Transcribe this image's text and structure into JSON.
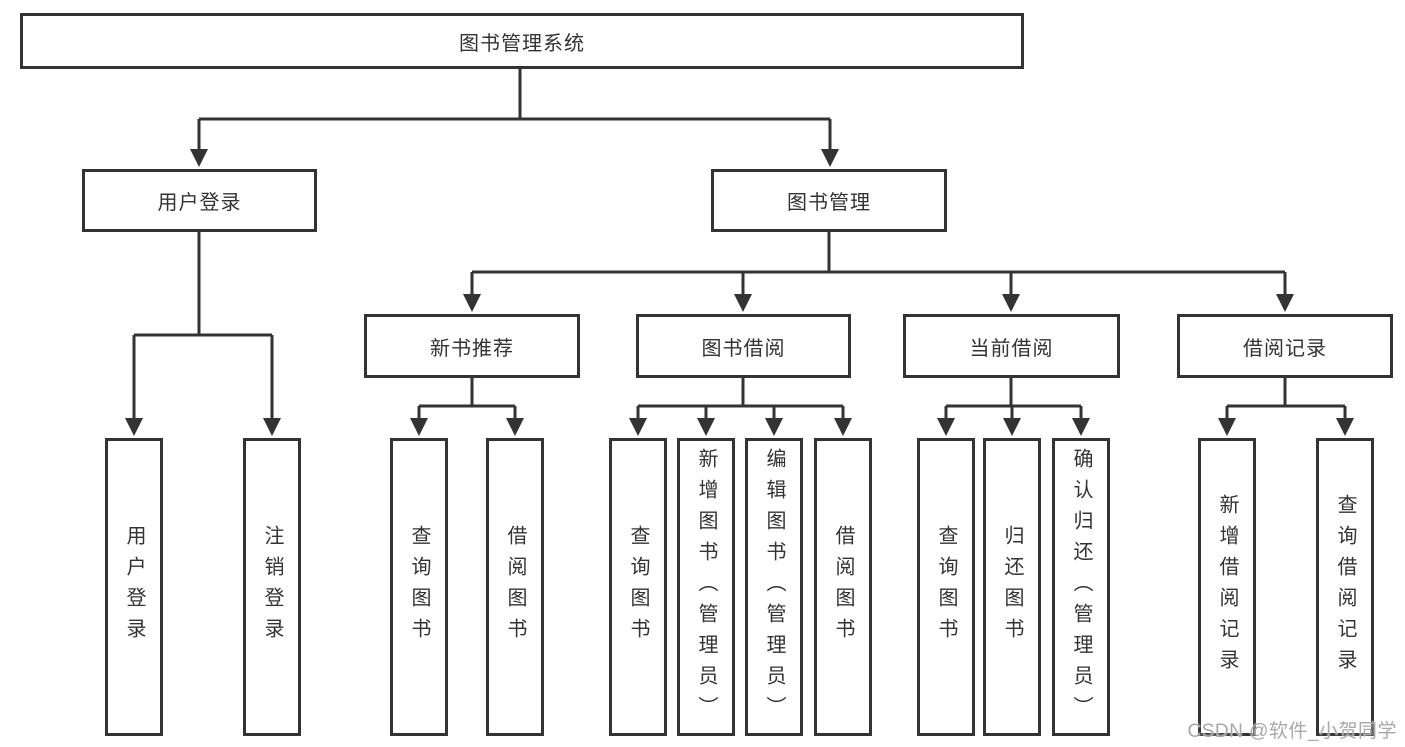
{
  "tree": {
    "root": {
      "label": "图书管理系统"
    },
    "children": [
      {
        "label": "用户登录",
        "children": [
          {
            "label": "用户登录"
          },
          {
            "label": "注销登录"
          }
        ]
      },
      {
        "label": "图书管理",
        "children": [
          {
            "label": "新书推荐",
            "children": [
              {
                "label": "查询图书"
              },
              {
                "label": "借阅图书"
              }
            ]
          },
          {
            "label": "图书借阅",
            "children": [
              {
                "label": "查询图书"
              },
              {
                "label": "新增图书（管理员）"
              },
              {
                "label": "编辑图书（管理员）"
              },
              {
                "label": "借阅图书"
              }
            ]
          },
          {
            "label": "当前借阅",
            "children": [
              {
                "label": "查询图书"
              },
              {
                "label": "归还图书"
              },
              {
                "label": "确认归还（管理员）"
              }
            ]
          },
          {
            "label": "借阅记录",
            "children": [
              {
                "label": "新增借阅记录"
              },
              {
                "label": "查询借阅记录"
              }
            ]
          }
        ]
      }
    ]
  },
  "watermark": "CSDN @软件_小贺同学",
  "colors": {
    "line": "#333333",
    "text": "#333333",
    "box_background": "#ffffff",
    "page_background": "#ffffff",
    "watermark": "#a8a8a8"
  }
}
